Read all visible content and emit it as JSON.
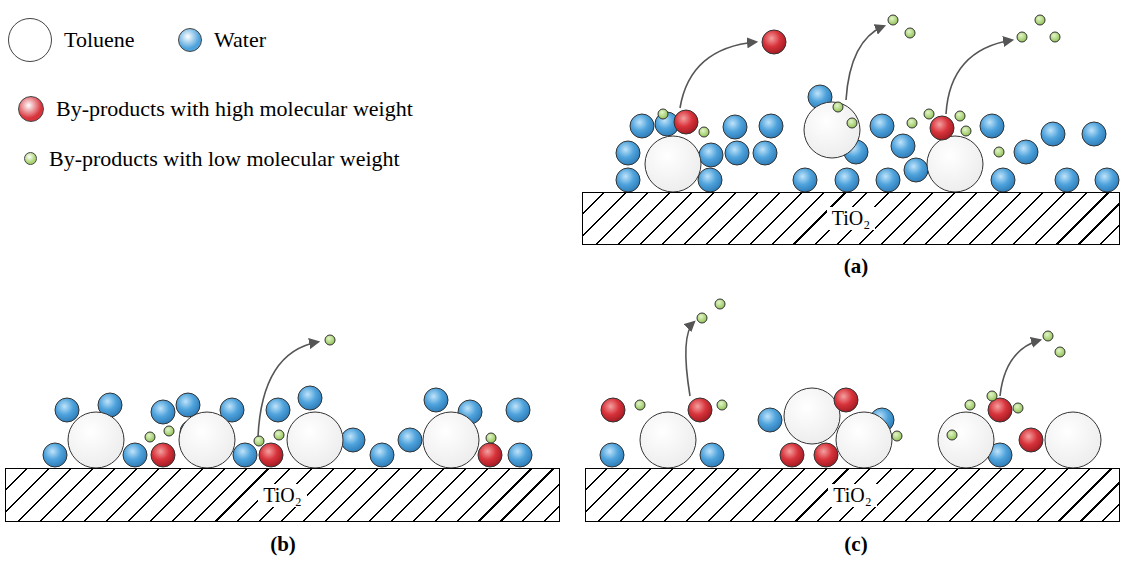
{
  "diagram": {
    "nodes": [
      {
        "text": [
          "TiO₂"
        ]
      },
      {
        "text": [
          "TiO₂"
        ]
      },
      {
        "text": [
          "TiO₂"
        ]
      }
    ],
    "labels": [
      "(a)",
      "(b)",
      "(c)"
    ],
    "legend": [
      {
        "text": "Toluene",
        "color": "#ffffff"
      },
      {
        "text": "Water",
        "color": "#4fa3dc"
      },
      {
        "text": "By-products with high molecular weight",
        "color": "#d8333b"
      },
      {
        "text": "By-products with low molecular weight",
        "color": "#a9d46f"
      }
    ]
  }
}
